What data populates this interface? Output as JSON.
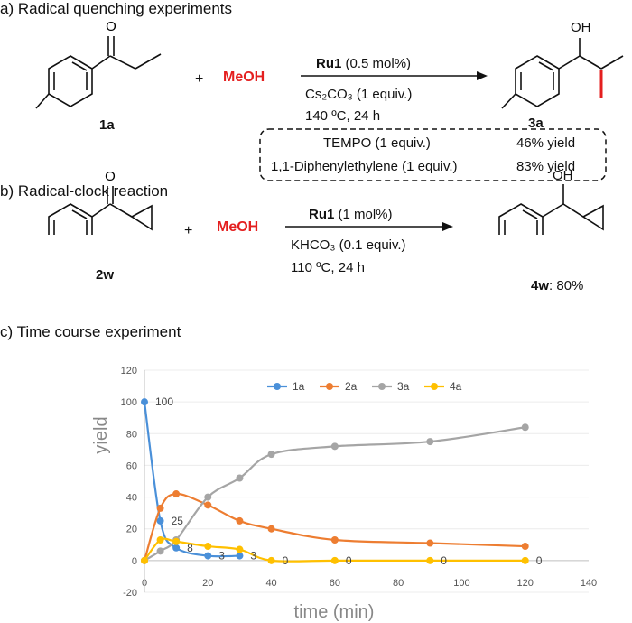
{
  "section_a": {
    "title": "a) Radical quenching experiments",
    "substrate_label": "1a",
    "plus": "+",
    "reagent": "MeOH",
    "catalyst": "Ru1",
    "catalyst_loading": " (0.5 mol%)",
    "base": "Cs₂CO₃ (1 equiv.)",
    "conditions": "140 ºC, 24 h",
    "product_label": "3a",
    "product_oh": "OH",
    "quench": [
      {
        "reagent": "TEMPO (1 equiv.)",
        "yield": "46% yield"
      },
      {
        "reagent": "1,1-Diphenylethylene (1 equiv.)",
        "yield": "83% yield"
      }
    ],
    "substrate_o": "O"
  },
  "section_b": {
    "title": "b) Radical-clock reaction",
    "substrate_label": "2w",
    "substrate_o": "O",
    "plus": "+",
    "reagent": "MeOH",
    "catalyst": "Ru1",
    "catalyst_loading": " (1 mol%)",
    "base": "KHCO₃ (0.1 equiv.)",
    "conditions": "110 ºC, 24 h",
    "product_oh": "OH",
    "product_label": "4w",
    "product_yield": ": 80%"
  },
  "section_c": {
    "title": "c) Time course experiment"
  },
  "chart_data": {
    "type": "line",
    "title": "",
    "xlabel": "time (min)",
    "ylabel": "yield",
    "xlim": [
      0,
      140
    ],
    "ylim": [
      -20,
      120
    ],
    "xticks": [
      0,
      20,
      40,
      60,
      80,
      100,
      120,
      140
    ],
    "yticks": [
      -20,
      0,
      20,
      40,
      60,
      80,
      100,
      120
    ],
    "legend_position": "top-right",
    "series": [
      {
        "name": "1a",
        "color": "#4a90d9",
        "x": [
          0,
          5,
          10,
          20,
          30
        ],
        "y": [
          100,
          25,
          8,
          3,
          3
        ]
      },
      {
        "name": "2a",
        "color": "#ed7d31",
        "x": [
          0,
          5,
          10,
          20,
          30,
          40,
          60,
          90,
          120
        ],
        "y": [
          0,
          33,
          42,
          35,
          25,
          20,
          13,
          11,
          9
        ]
      },
      {
        "name": "3a",
        "color": "#a5a5a5",
        "x": [
          0,
          5,
          10,
          20,
          30,
          40,
          60,
          90,
          120
        ],
        "y": [
          0,
          6,
          13,
          40,
          52,
          67,
          72,
          75,
          84
        ]
      },
      {
        "name": "4a",
        "color": "#ffc000",
        "x": [
          0,
          5,
          10,
          20,
          30,
          40,
          60,
          90,
          120
        ],
        "y": [
          0,
          13,
          12,
          9,
          7,
          0,
          0,
          0,
          0
        ]
      }
    ],
    "annotations": [
      {
        "x": 0,
        "y": 100,
        "text": "100"
      },
      {
        "x": 5,
        "y": 25,
        "text": "25"
      },
      {
        "x": 10,
        "y": 8,
        "text": "8"
      },
      {
        "x": 20,
        "y": 3,
        "text": "3"
      },
      {
        "x": 30,
        "y": 3,
        "text": "3"
      },
      {
        "x": 40,
        "y": 0,
        "text": "0"
      },
      {
        "x": 60,
        "y": 0,
        "text": "0"
      },
      {
        "x": 90,
        "y": 0,
        "text": "0"
      },
      {
        "x": 120,
        "y": 0,
        "text": "0"
      }
    ]
  }
}
